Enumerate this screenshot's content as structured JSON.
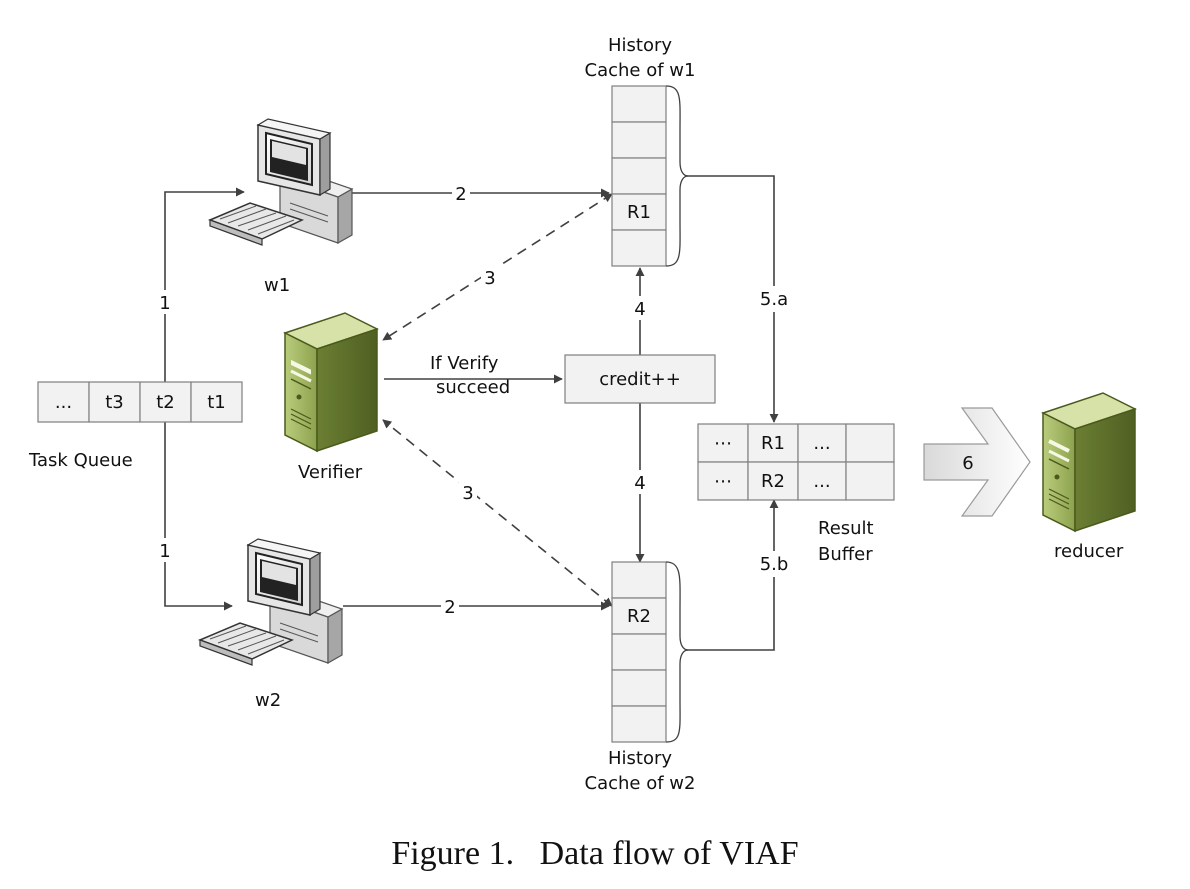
{
  "task_queue": {
    "cells": [
      "...",
      "t3",
      "t2",
      "t1"
    ],
    "label": "Task Queue"
  },
  "workers": {
    "w1": "w1",
    "w2": "w2"
  },
  "verifier": {
    "label": "Verifier",
    "condition_line1": "If Verify",
    "condition_line2": "succeed",
    "credit": "credit++"
  },
  "cache_w1": {
    "title_line1": "History",
    "title_line2": "Cache of w1",
    "cells": [
      "",
      "",
      "",
      "R1",
      ""
    ]
  },
  "cache_w2": {
    "title_line1": "History",
    "title_line2": "Cache of w2",
    "cells": [
      "",
      "R2",
      "",
      "",
      ""
    ]
  },
  "result_buffer": {
    "label_line1": "Result",
    "label_line2": "Buffer",
    "rows": [
      [
        "⋯",
        "R1",
        "...",
        ""
      ],
      [
        "⋯",
        "R2",
        "...",
        ""
      ]
    ]
  },
  "reducer": {
    "label": "reducer"
  },
  "step_labels": {
    "assign_w1": "1",
    "assign_w2": "1",
    "write_w1": "2",
    "write_w2": "2",
    "verify_w1": "3",
    "verify_w2": "3",
    "credit_w1": "4",
    "credit_w2": "4",
    "collect_w1": "5.a",
    "collect_w2": "5.b",
    "send_reducer": "6"
  },
  "caption": "Figure 1.   Data flow of VIAF",
  "colors": {
    "line": "#404040",
    "box_fill": "#f2f2f2",
    "box_stroke": "#7f7f7f",
    "server_green": "#9bb060",
    "server_dark": "#6f8436"
  }
}
